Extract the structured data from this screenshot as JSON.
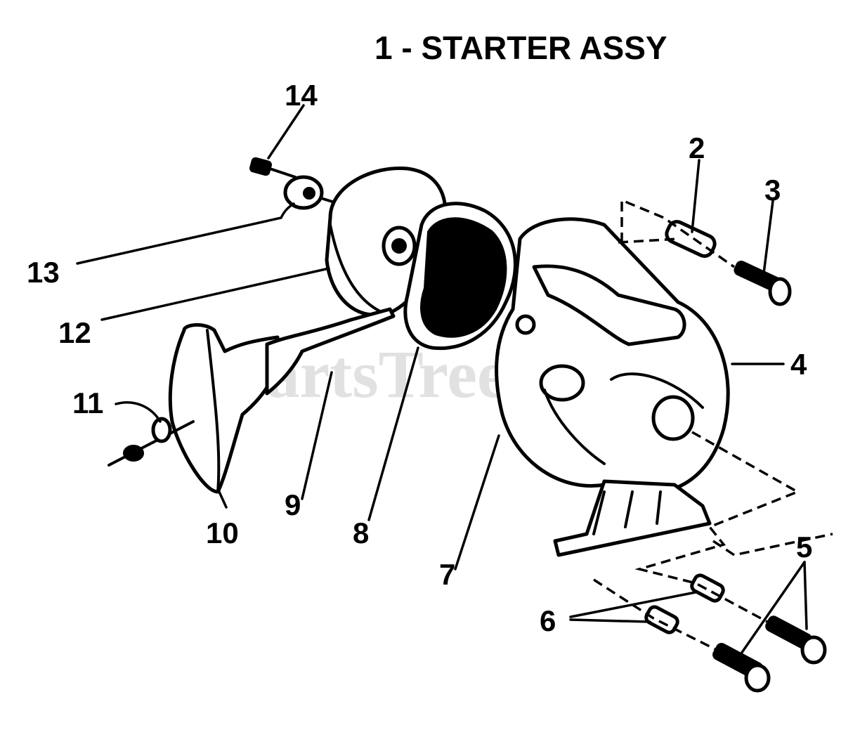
{
  "title": "1 - STARTER ASSY",
  "watermark": "PartsTree",
  "callouts": [
    "14",
    "2",
    "3",
    "13",
    "12",
    "4",
    "11",
    "10",
    "9",
    "8",
    "7",
    "5",
    "6"
  ]
}
